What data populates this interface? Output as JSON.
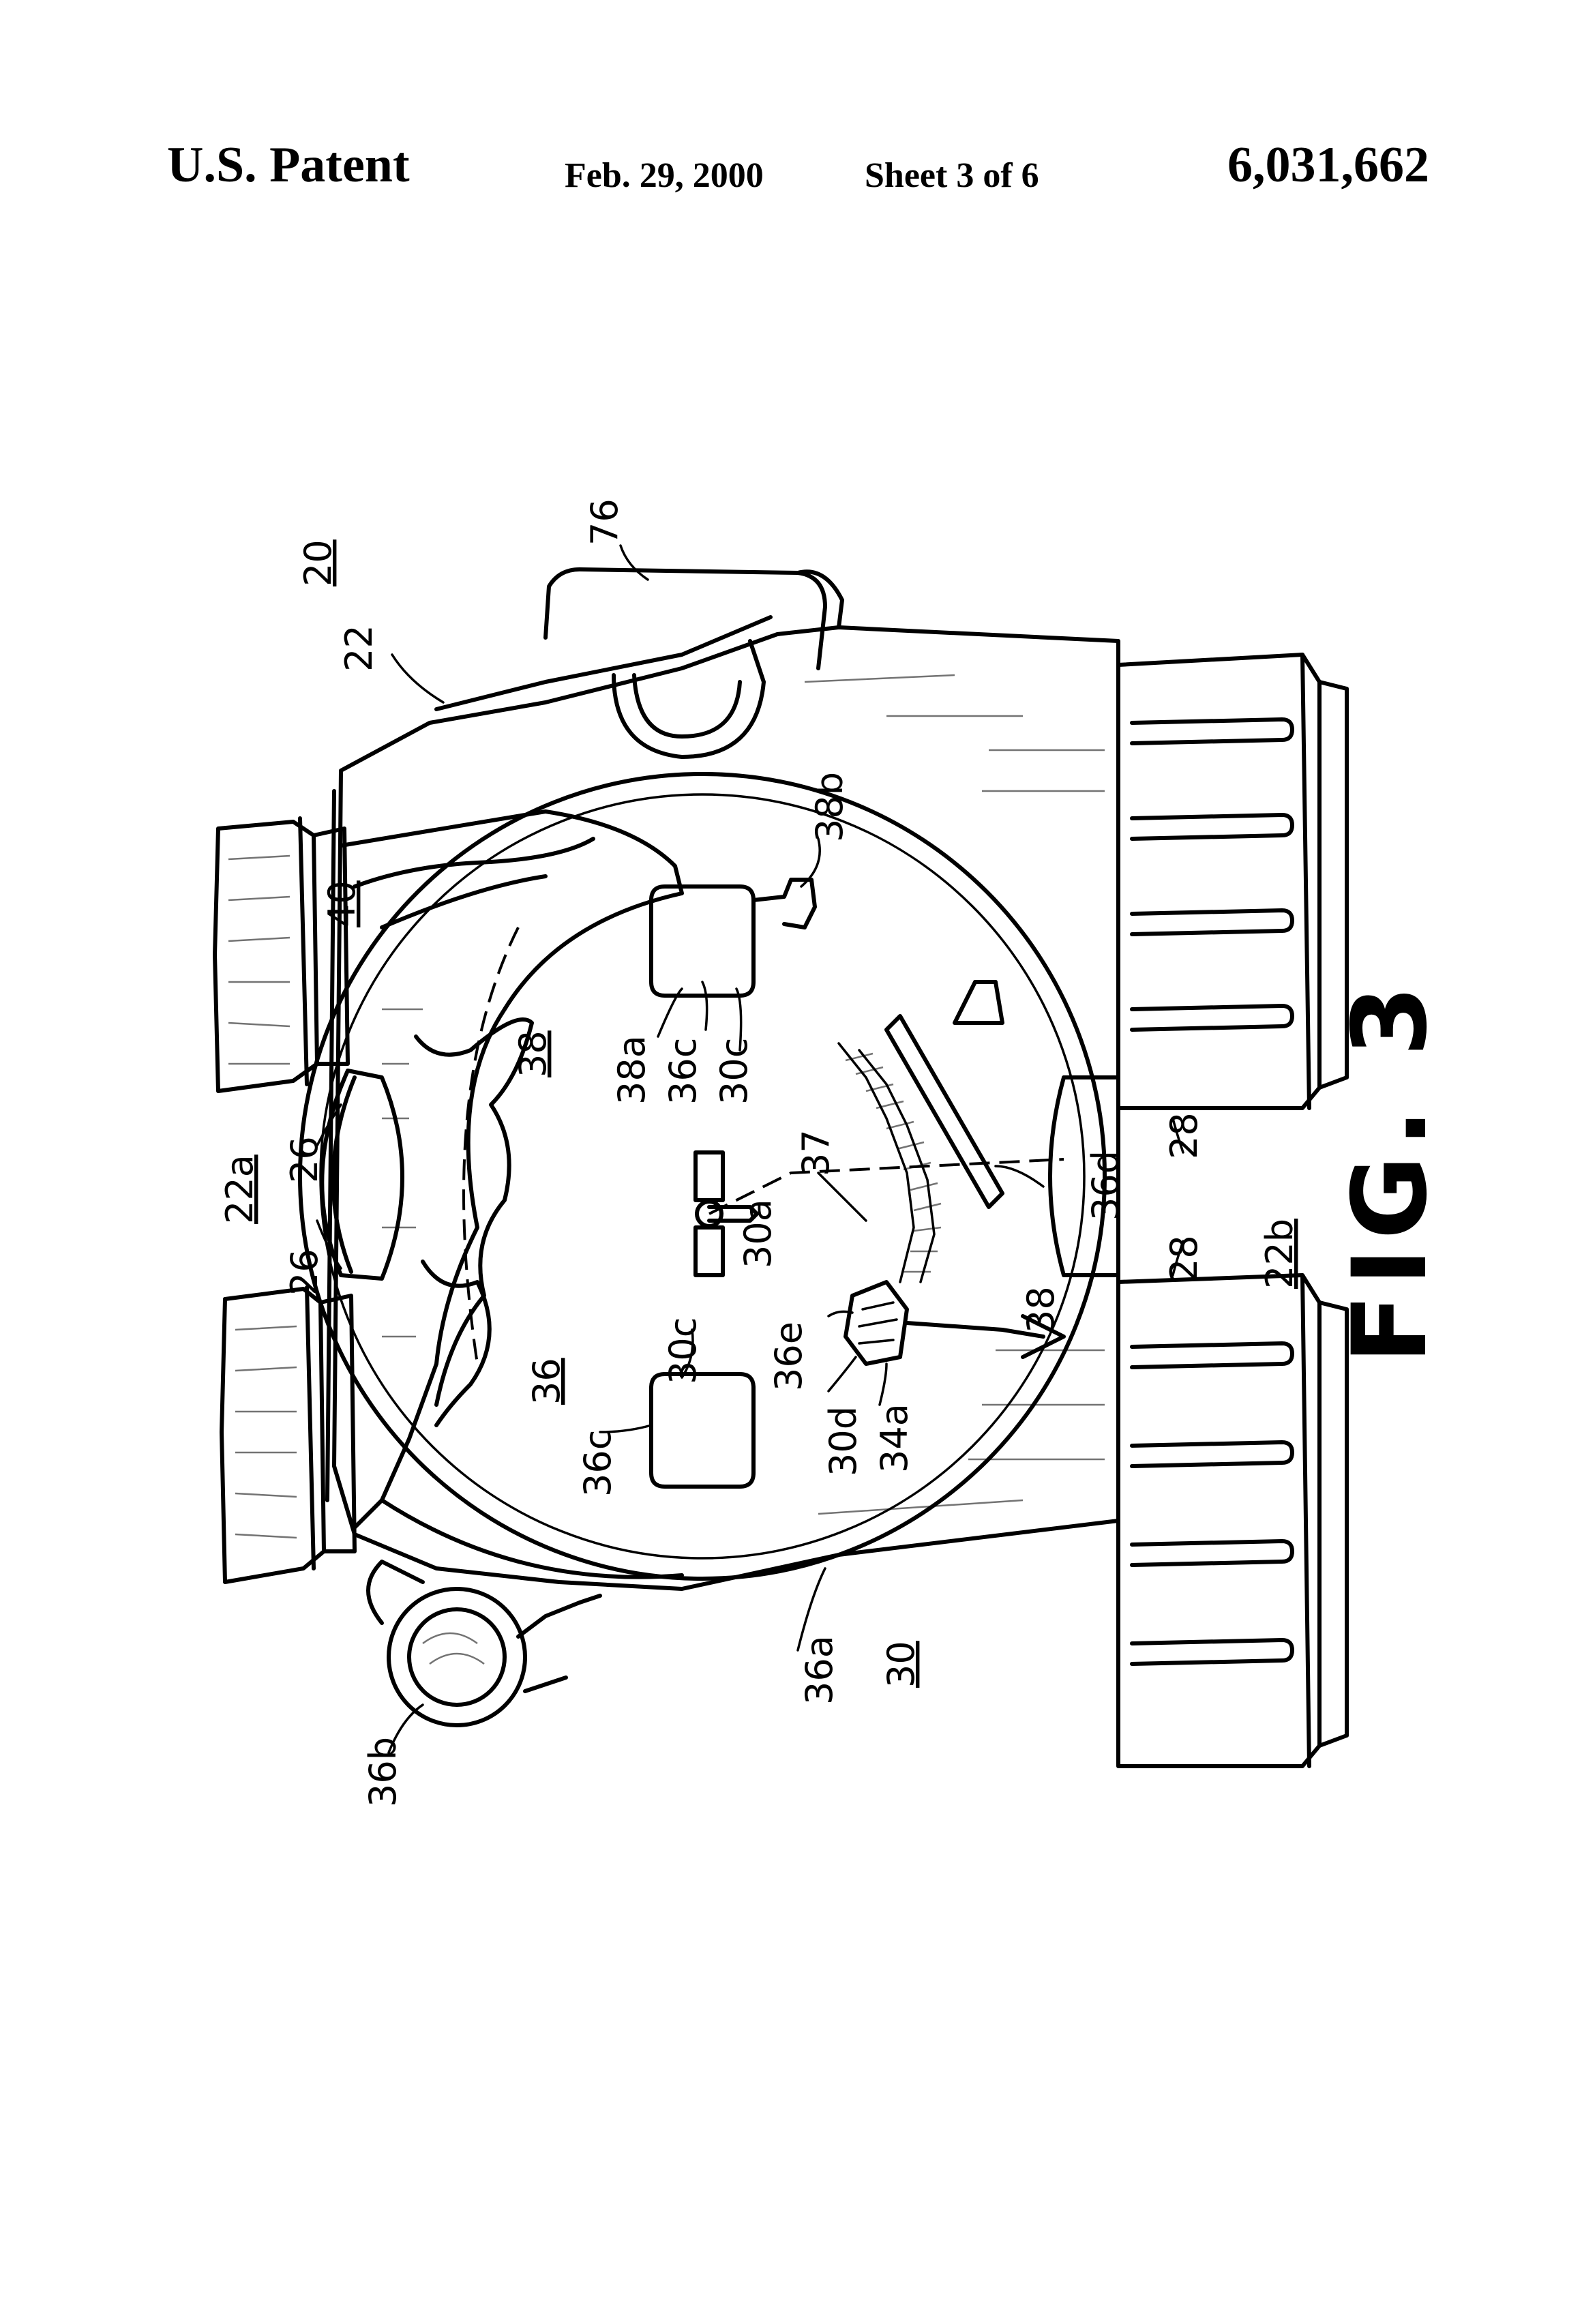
{
  "header": {
    "office": "U.S. Patent",
    "date": "Feb. 29, 2000",
    "sheet": "Sheet 3 of 6",
    "patent_number": "6,031,662"
  },
  "figure": {
    "caption": "FIG. 3",
    "labels": {
      "l20": "20",
      "l22": "22",
      "l76": "76",
      "l40": "40",
      "l38b": "38b",
      "l38": "38",
      "l38a": "38a",
      "l36c_top": "36c",
      "l30c_top": "30c",
      "l26_a": "26",
      "l26_b": "26",
      "l22a": "22a",
      "l37": "37",
      "l30a": "30a",
      "l36d": "36d",
      "l28_a": "28",
      "l28_b": "28",
      "l22b": "22b",
      "l30c_bot": "30c",
      "l36": "36",
      "l36e": "36e",
      "l36c_bot": "36c",
      "l30d": "30d",
      "l34a": "34a",
      "l3a": "38",
      "l36a": "36a",
      "l30": "30",
      "l36b": "36b"
    }
  }
}
